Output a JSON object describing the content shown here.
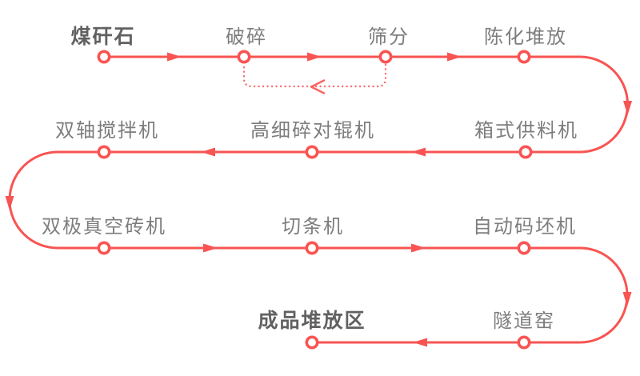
{
  "diagram": {
    "description": "Coal gangue brick production process flow",
    "colors": {
      "flow": "#f85452",
      "label": "#7d7d7d",
      "label_strong": "#616161",
      "node_fill": "#ffffff"
    },
    "rows": [
      {
        "direction": "right",
        "nodes": [
          {
            "label": "煤矸石",
            "strong": true
          },
          {
            "label": "破碎",
            "strong": false
          },
          {
            "label": "筛分",
            "strong": false
          },
          {
            "label": "陈化堆放",
            "strong": false
          }
        ]
      },
      {
        "direction": "left",
        "nodes": [
          {
            "label": "箱式供料机",
            "strong": false
          },
          {
            "label": "高细碎对辊机",
            "strong": false
          },
          {
            "label": "双轴搅拌机",
            "strong": false
          }
        ]
      },
      {
        "direction": "right",
        "nodes": [
          {
            "label": "双极真空砖机",
            "strong": false
          },
          {
            "label": "切条机",
            "strong": false
          },
          {
            "label": "自动码坯机",
            "strong": false
          }
        ]
      },
      {
        "direction": "left",
        "nodes": [
          {
            "label": "隧道窑",
            "strong": false
          },
          {
            "label": "成品堆放区",
            "strong": true
          }
        ]
      }
    ],
    "loop": {
      "from": "筛分",
      "to": "破碎",
      "style": "dotted-return"
    }
  }
}
